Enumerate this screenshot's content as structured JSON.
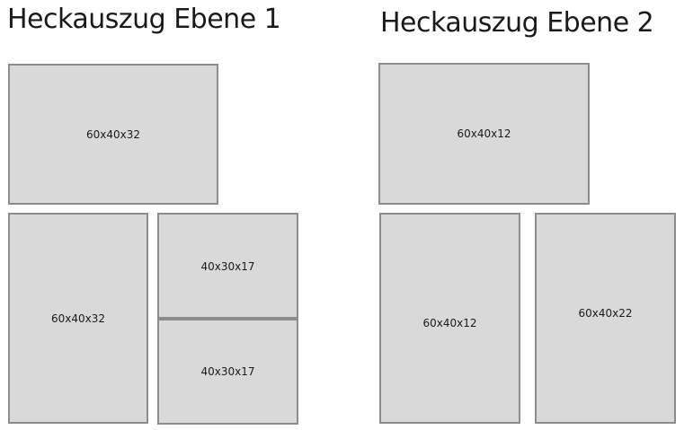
{
  "level1": {
    "title": "Heckauszug Ebene 1",
    "boxes": [
      "60x40x32",
      "60x40x32",
      "40x30x17",
      "40x30x17"
    ]
  },
  "level2": {
    "title": "Heckauszug Ebene 2",
    "boxes": [
      "60x40x12",
      "60x40x12",
      "60x40x22"
    ]
  },
  "colors": {
    "box_fill": "#d9d9d9",
    "box_border": "#8c8c8c",
    "text": "#1a1a1a"
  }
}
